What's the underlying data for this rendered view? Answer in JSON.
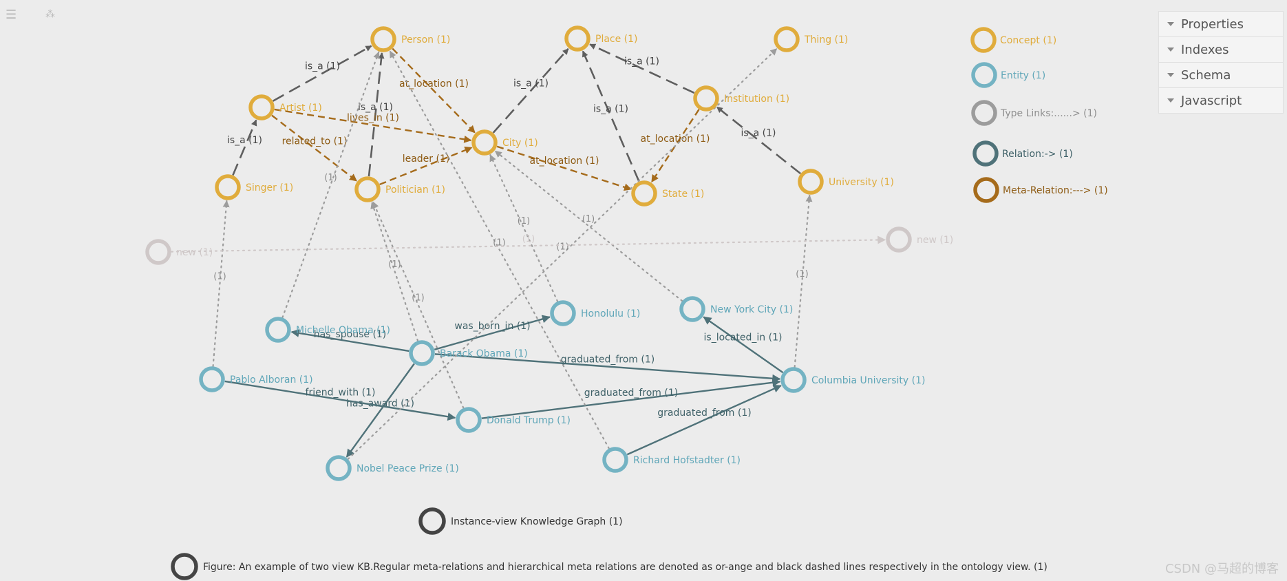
{
  "toolbar": {
    "menu_icon": "☰",
    "graph_icon": "⁂"
  },
  "panel": {
    "items": [
      {
        "label": "Properties"
      },
      {
        "label": "Indexes"
      },
      {
        "label": "Schema"
      },
      {
        "label": "Javascript"
      }
    ]
  },
  "colors": {
    "concept": "#e0ac3c",
    "concept_text": "#e0ac3c",
    "entity": "#74b3c3",
    "entity_text": "#5fa6b8",
    "type_link": "#9c9c9c",
    "relation": "#4f7279",
    "relation_text": "#3f6168",
    "meta_relation": "#a56b1b",
    "meta_relation_text": "#8d5a12",
    "new": "#cfc8c8",
    "dashed_black": "#5e5e5e",
    "dark": "#444444"
  },
  "legend": [
    {
      "id": "lg-concept",
      "label": "Concept (1)",
      "type": "concept"
    },
    {
      "id": "lg-entity",
      "label": "Entity (1)",
      "type": "entity"
    },
    {
      "id": "lg-type",
      "label": "Type Links:......> (1)",
      "type": "type_link"
    },
    {
      "id": "lg-relation",
      "label": "Relation:-> (1)",
      "type": "relation"
    },
    {
      "id": "lg-meta",
      "label": "Meta-Relation:---> (1)",
      "type": "meta_relation"
    }
  ],
  "nodes": [
    {
      "id": "person",
      "label": "Person (1)",
      "type": "concept"
    },
    {
      "id": "place",
      "label": "Place (1)",
      "type": "concept"
    },
    {
      "id": "thing",
      "label": "Thing (1)",
      "type": "concept"
    },
    {
      "id": "artist",
      "label": "Artist (1)",
      "type": "concept"
    },
    {
      "id": "institution",
      "label": "Institution (1)",
      "type": "concept"
    },
    {
      "id": "city",
      "label": "City (1)",
      "type": "concept"
    },
    {
      "id": "singer",
      "label": "Singer (1)",
      "type": "concept"
    },
    {
      "id": "politician",
      "label": "Politician (1)",
      "type": "concept"
    },
    {
      "id": "state",
      "label": "State (1)",
      "type": "concept"
    },
    {
      "id": "university",
      "label": "University (1)",
      "type": "concept"
    },
    {
      "id": "new1",
      "label": "new (1)",
      "type": "new"
    },
    {
      "id": "new2",
      "label": "new (1)",
      "type": "new"
    },
    {
      "id": "michelle",
      "label": "Michelle Obama (1)",
      "type": "entity"
    },
    {
      "id": "barack",
      "label": "Barack Obama (1)",
      "type": "entity"
    },
    {
      "id": "honolulu",
      "label": "Honolulu (1)",
      "type": "entity"
    },
    {
      "id": "nyc",
      "label": "New York City (1)",
      "type": "entity"
    },
    {
      "id": "pablo",
      "label": "Pablo Alboran (1)",
      "type": "entity"
    },
    {
      "id": "columbia",
      "label": "Columbia University (1)",
      "type": "entity"
    },
    {
      "id": "trump",
      "label": "Donald Trump (1)",
      "type": "entity"
    },
    {
      "id": "richard",
      "label": "Richard Hofstadter (1)",
      "type": "entity"
    },
    {
      "id": "nobel",
      "label": "Nobel Peace Prize (1)",
      "type": "entity"
    },
    {
      "id": "instance",
      "label": "Instance-view Knowledge Graph (1)",
      "type": "dark"
    },
    {
      "id": "figure",
      "label": "Figure: An example of two view KB.Regular meta-relations and hierarchical meta relations are denoted as or-ange and black dashed lines respectively in the ontology view. (1)",
      "type": "dark"
    }
  ],
  "edges": [
    {
      "from": "artist",
      "to": "person",
      "label": "is_a (1)",
      "style": "isa"
    },
    {
      "from": "singer",
      "to": "artist",
      "label": "is_a (1)",
      "style": "isa"
    },
    {
      "from": "politician",
      "to": "person",
      "label": "is_a (1)",
      "style": "isa"
    },
    {
      "from": "city",
      "to": "place",
      "label": "is_a (1)",
      "style": "isa"
    },
    {
      "from": "state",
      "to": "place",
      "label": "is_a (1)",
      "style": "isa"
    },
    {
      "from": "institution",
      "to": "place",
      "label": "is_a (1)",
      "style": "isa"
    },
    {
      "from": "university",
      "to": "institution",
      "label": "is_a (1)",
      "style": "isa"
    },
    {
      "from": "person",
      "to": "city",
      "label": "at_location (1)",
      "style": "meta"
    },
    {
      "from": "artist",
      "to": "city",
      "label": "lives_in (1)",
      "style": "meta"
    },
    {
      "from": "artist",
      "to": "politician",
      "label": "related_to (1)",
      "style": "meta"
    },
    {
      "from": "politician",
      "to": "city",
      "label": "leader (1)",
      "style": "meta"
    },
    {
      "from": "city",
      "to": "state",
      "label": "at_location (1)",
      "style": "meta"
    },
    {
      "from": "institution",
      "to": "state",
      "label": "at_location (1)",
      "style": "meta"
    },
    {
      "from": "barack",
      "to": "michelle",
      "label": "has_spouse (1)",
      "style": "rel"
    },
    {
      "from": "barack",
      "to": "honolulu",
      "label": "was_born_in (1)",
      "style": "rel"
    },
    {
      "from": "barack",
      "to": "columbia",
      "label": "graduated_from (1)",
      "style": "rel"
    },
    {
      "from": "barack",
      "to": "nobel",
      "label": "has_award (1)",
      "style": "rel"
    },
    {
      "from": "pablo",
      "to": "trump",
      "label": "friend_with (1)",
      "style": "rel"
    },
    {
      "from": "trump",
      "to": "columbia",
      "label": "graduated_from (1)",
      "style": "rel"
    },
    {
      "from": "richard",
      "to": "columbia",
      "label": "graduated_from (1)",
      "style": "rel"
    },
    {
      "from": "columbia",
      "to": "nyc",
      "label": "is_located_in (1)",
      "style": "rel"
    },
    {
      "from": "michelle",
      "to": "person",
      "label": "(1)",
      "style": "type"
    },
    {
      "from": "barack",
      "to": "politician",
      "label": "(1)",
      "style": "type"
    },
    {
      "from": "trump",
      "to": "politician",
      "label": "(1)",
      "style": "type"
    },
    {
      "from": "richard",
      "to": "person",
      "label": "(1)",
      "style": "type"
    },
    {
      "from": "pablo",
      "to": "singer",
      "label": "(1)",
      "style": "type"
    },
    {
      "from": "honolulu",
      "to": "city",
      "label": "(1)",
      "style": "type"
    },
    {
      "from": "nyc",
      "to": "city",
      "label": "(1)",
      "style": "type"
    },
    {
      "from": "nobel",
      "to": "thing",
      "label": "(1)",
      "style": "type"
    },
    {
      "from": "columbia",
      "to": "university",
      "label": "(1)",
      "style": "type"
    },
    {
      "from": "new1",
      "to": "new2",
      "label": "(1)",
      "style": "new"
    }
  ],
  "watermark": "CSDN @马超的博客"
}
